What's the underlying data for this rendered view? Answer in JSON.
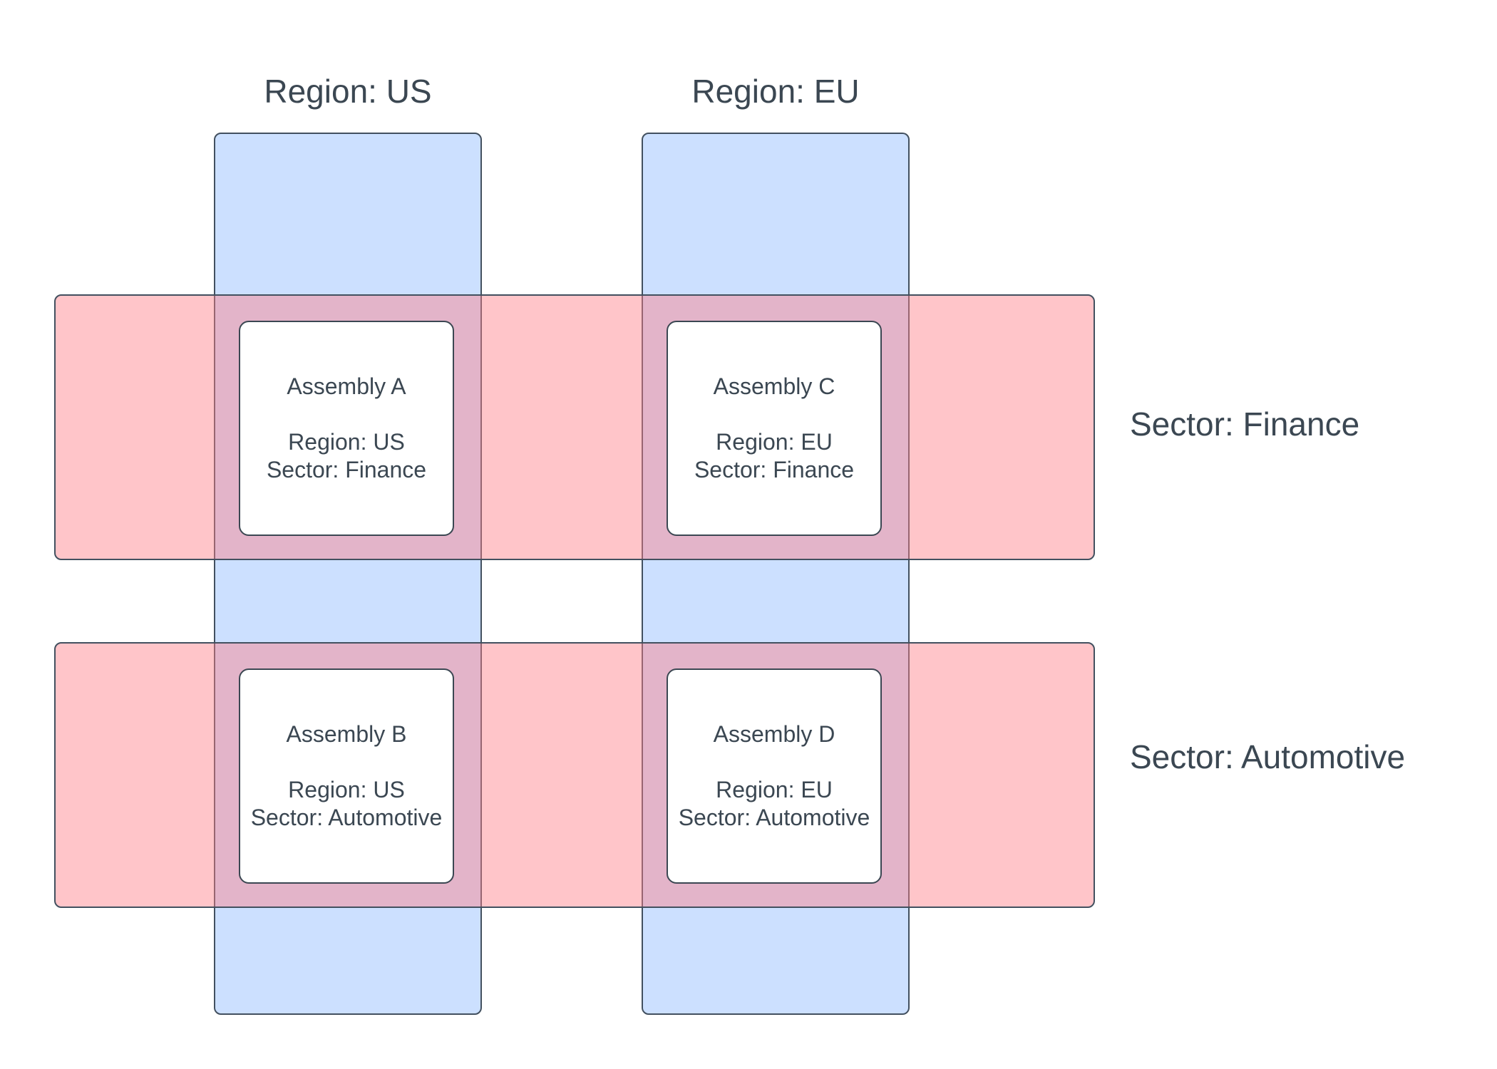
{
  "diagram": {
    "type": "matrix-overlap-diagram",
    "background_color": "#ffffff",
    "colors": {
      "region_column_fill": "#cce0ff",
      "sector_row_fill_over_white": "#ffc7ca",
      "sector_row_fill_rgba": "rgba(255,127,135,0.45)",
      "overlap_fill": "#e3b5c8",
      "stroke": "#42505f",
      "text": "#3b4752",
      "assembly_fill": "#ffffff"
    },
    "columns": [
      {
        "label": "Region: US"
      },
      {
        "label": "Region: EU"
      }
    ],
    "rows": [
      {
        "label": "Sector: Finance"
      },
      {
        "label": "Sector: Automotive"
      }
    ],
    "assemblies": [
      {
        "title": "Assembly A",
        "region": "Region: US",
        "sector": "Sector: Finance"
      },
      {
        "title": "Assembly B",
        "region": "Region: US",
        "sector": "Sector: Automotive"
      },
      {
        "title": "Assembly C",
        "region": "Region: EU",
        "sector": "Sector: Finance"
      },
      {
        "title": "Assembly D",
        "region": "Region: EU",
        "sector": "Sector: Automotive"
      }
    ]
  }
}
